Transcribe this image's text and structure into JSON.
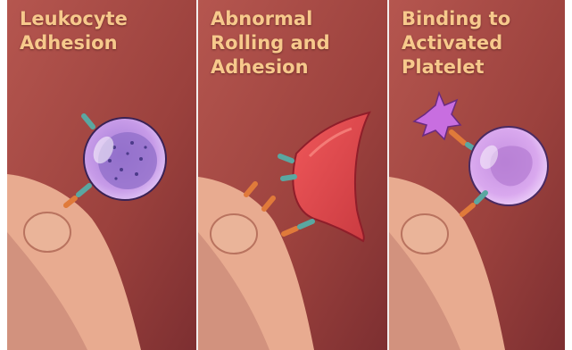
{
  "panels": [
    {
      "title": "Leukocyte\nAdhesion"
    },
    {
      "title": "Abnormal\nRolling and\nAdhesion"
    },
    {
      "title": "Binding to\nActivated\nPlatelet"
    }
  ],
  "colors": {
    "vessel_wall": "#a24a44",
    "endothelium": "#e8ab90",
    "leukocyte": "#c79be8",
    "sickle_cell": "#e14b4f",
    "platelet": "#c86ee0",
    "receptor_teal": "#5aa7a1",
    "ligand_orange": "#e07a3a",
    "title_text": "#f7c98c"
  }
}
